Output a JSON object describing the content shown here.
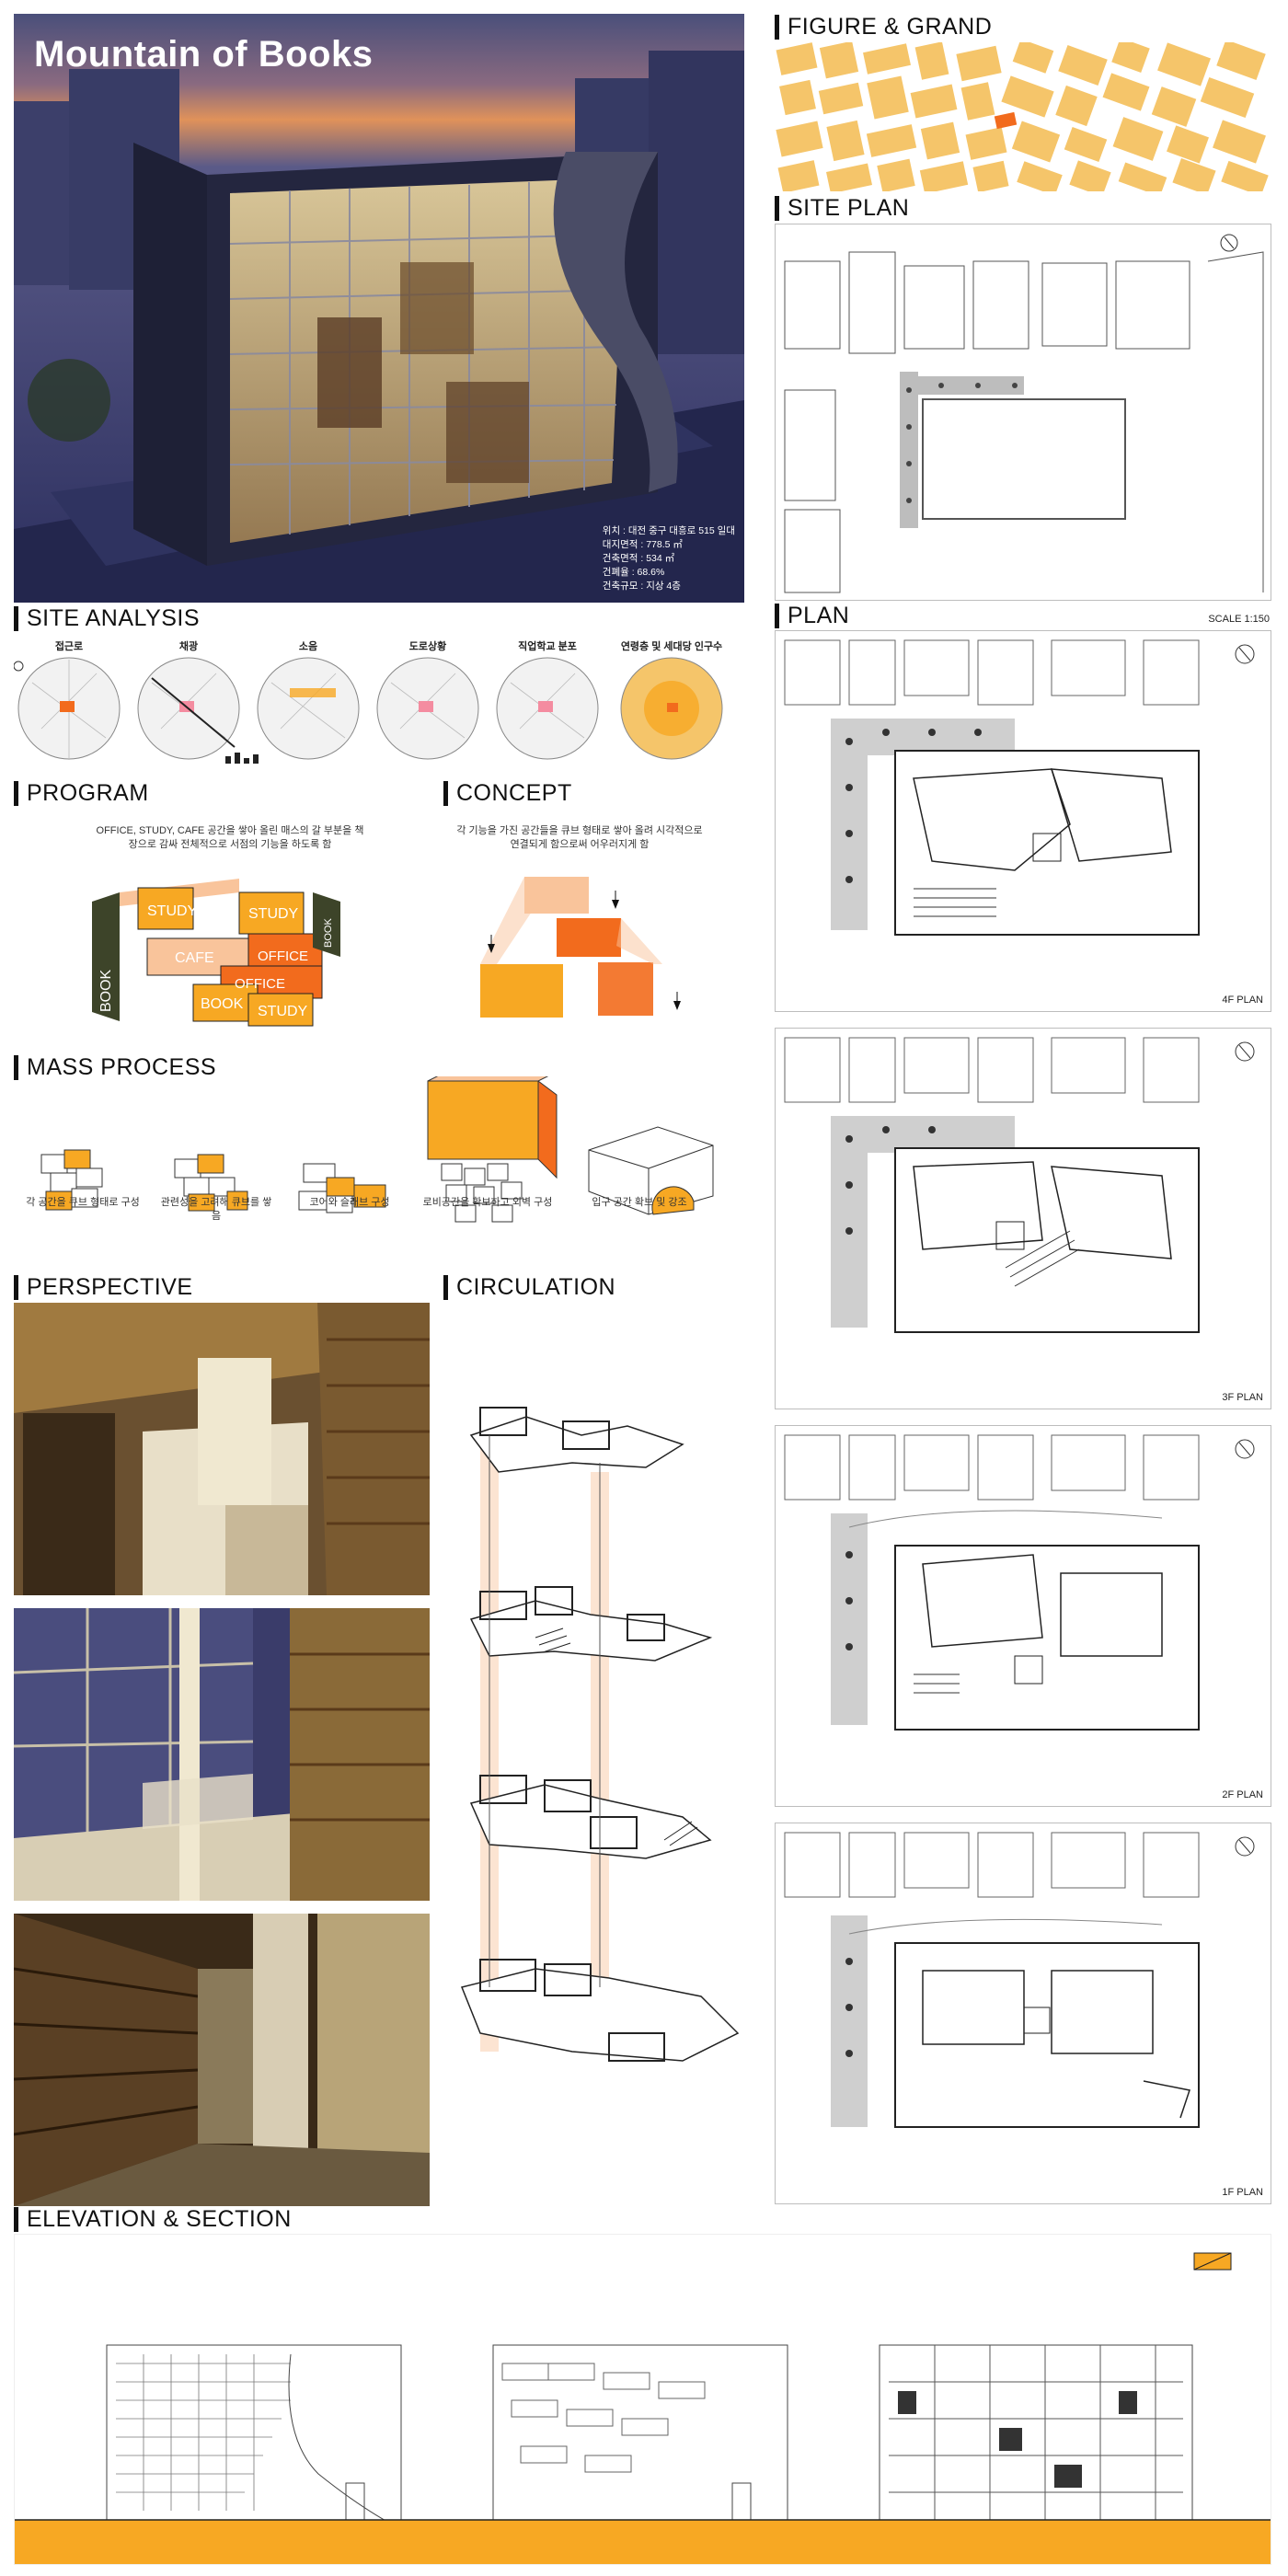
{
  "hero": {
    "title": "Mountain of Books",
    "info": [
      "위치 : 대전 중구 대흥로 515 일대",
      "대지면적 : 778.5 ㎡",
      "건축면적 : 534 ㎡",
      "건폐율 : 68.6%",
      "건축규모 : 지상 4층"
    ]
  },
  "sections": {
    "figure_ground": "FIGURE & GRAND",
    "site_plan": "SITE PLAN",
    "site_analysis": "SITE ANALYSIS",
    "plan": "PLAN",
    "program": "PROGRAM",
    "concept": "CONCEPT",
    "mass_process": "MASS PROCESS",
    "perspective": "PERSPECTIVE",
    "circulation": "CIRCULATION",
    "elevation_section": "ELEVATION & SECTION"
  },
  "plan": {
    "scale": "SCALE  1:150",
    "floors": [
      "4F PLAN",
      "3F PLAN",
      "2F PLAN",
      "1F PLAN"
    ]
  },
  "site_analysis": {
    "labels": [
      "접근로",
      "채광",
      "소음",
      "도로상황",
      "직업학교 분포",
      "연령층 및 세대당 인구수"
    ]
  },
  "program": {
    "desc": "OFFICE, STUDY, CAFE 공간을 쌓아 올린 매스의 갈 부분을 책장으로 감싸 전체적으로 서점의 기능을 하도록 함",
    "words": [
      "STUDY",
      "STUDY",
      "CAFE",
      "OFFICE",
      "OFFICE",
      "BOOK",
      "STUDY",
      "BOOK",
      "BOOK"
    ]
  },
  "concept": {
    "desc": "각 기능을 가진 공간들을 큐브 형태로 쌓아 올려 시각적으로 연결되게 함으로써 어우러지게 함"
  },
  "mass_process": {
    "captions": [
      "각 공간을 큐브 형태로 구성",
      "관련성을 고려해 큐브를 쌓음",
      "코어와 슬래브 구성",
      "로비공간을 확보하고 외벽 구성",
      "입구 공간 확보 및 강조"
    ]
  },
  "colors": {
    "orange": "#f7a823",
    "deep_orange": "#f26b1d",
    "peach": "#f9c49b",
    "map_block": "#f5c56a",
    "olive": "#3d4429"
  },
  "icons": [
    "north-arrow-icon"
  ]
}
